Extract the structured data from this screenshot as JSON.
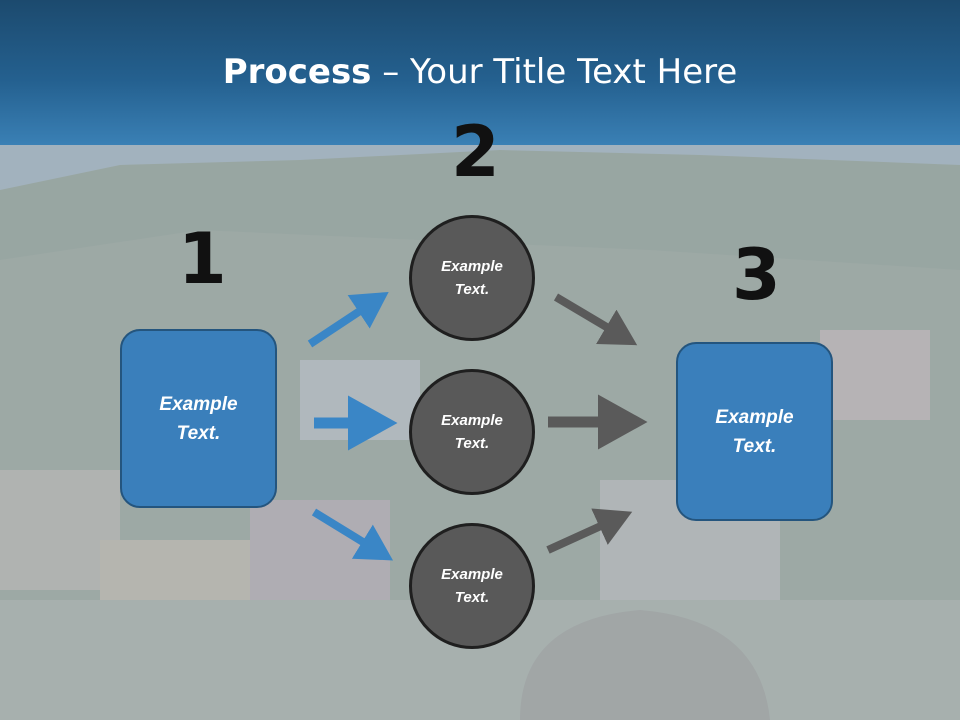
{
  "title": {
    "bold": "Process",
    "rest": " – Your Title Text Here"
  },
  "steps": {
    "n1": "1",
    "n2": "2",
    "n3": "3"
  },
  "left_box": {
    "line1": "Example",
    "line2": "Text."
  },
  "right_box": {
    "line1": "Example",
    "line2": "Text."
  },
  "circles": [
    {
      "line1": "Example",
      "line2": "Text."
    },
    {
      "line1": "Example",
      "line2": "Text."
    },
    {
      "line1": "Example",
      "line2": "Text."
    }
  ],
  "colors": {
    "header": "#24608f",
    "box_fill": "#3a7fbb",
    "circle_fill": "#595959",
    "blue_arrow": "#3a86c6",
    "gray_arrow": "#5a5a5a"
  }
}
